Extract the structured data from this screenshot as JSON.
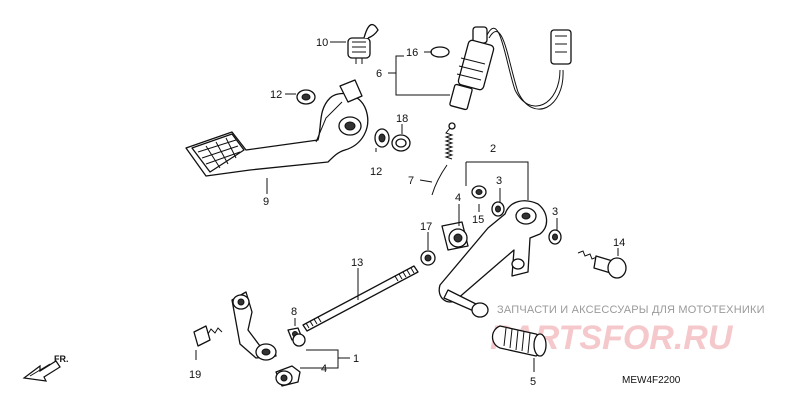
{
  "callouts": [
    "10",
    "16",
    "6",
    "12",
    "18",
    "12",
    "7",
    "9",
    "2",
    "4",
    "3",
    "15",
    "3",
    "17",
    "14",
    "13",
    "8",
    "1",
    "4",
    "19",
    "5"
  ],
  "watermark": {
    "caption": "ЗАПЧАСТИ И АКСЕССУАРЫ ДЛЯ МОТОТЕХНИКИ",
    "brand": "PARTSFOR.RU"
  },
  "direction_label": "FR.",
  "diagram_code": "MEW4F2200"
}
